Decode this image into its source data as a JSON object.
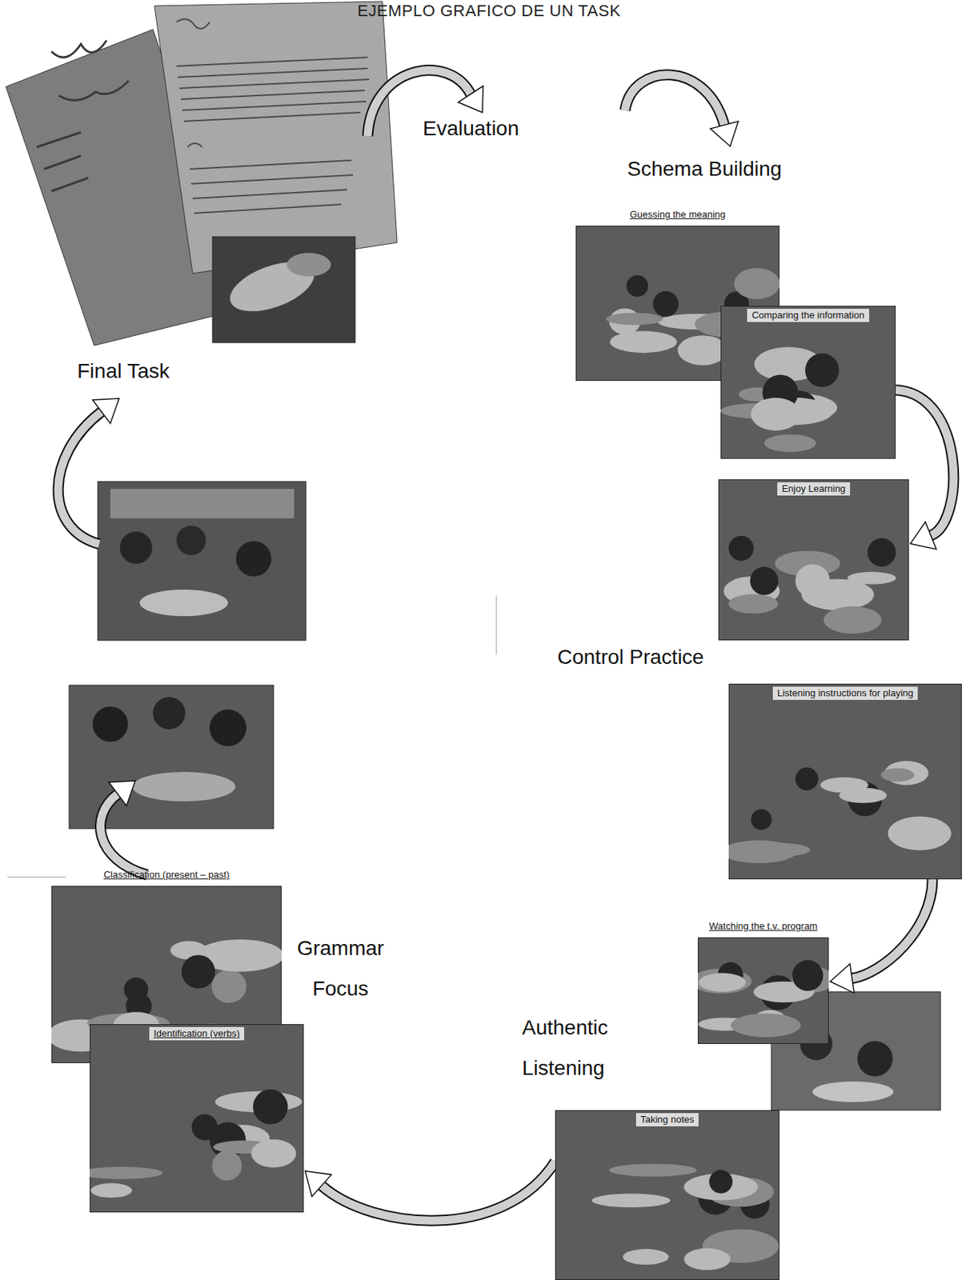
{
  "diagram": {
    "title": "EJEMPLO GRAFICO DE UN TASK",
    "nodes": [
      {
        "text": [
          "Guessing the meaning"
        ]
      },
      {
        "text": [
          "Comparing the information"
        ]
      },
      {
        "text": [
          "Enjoy Learning"
        ]
      },
      {
        "text": [
          "Listening instructions for playing"
        ]
      },
      {
        "text": [
          "Watching the t.v. program"
        ]
      },
      {
        "text": [
          "Taking notes"
        ]
      },
      {
        "text": [
          "Classification (present – past)"
        ]
      },
      {
        "text": [
          "Identification (verbs)"
        ]
      }
    ],
    "edges": [
      {
        "from": 1,
        "to": 2,
        "arrow": "to"
      },
      {
        "from": 3,
        "to": 4,
        "arrow": "to"
      },
      {
        "from": 5,
        "to": 7,
        "arrow": "to"
      }
    ],
    "labels": [
      "Evaluation",
      "Schema Building",
      "Final Task",
      "Control Practice",
      "Grammar Focus",
      "Authentic Listening"
    ]
  }
}
